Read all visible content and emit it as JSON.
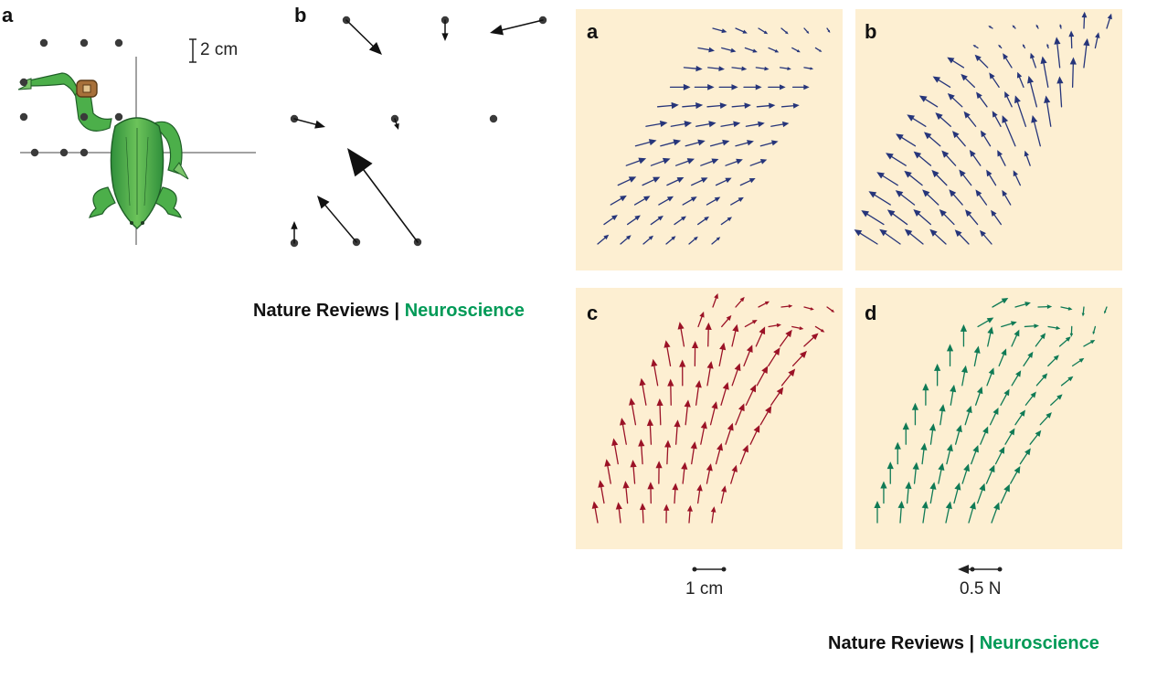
{
  "figure1": {
    "panel_a_label": "a",
    "panel_b_label": "b",
    "scale_label": "2 cm",
    "credit_part1": "Nature Reviews",
    "credit_sep": " | ",
    "credit_part2": "Neuroscience"
  },
  "figure2": {
    "panels": [
      {
        "label": "a",
        "color": "#26357a"
      },
      {
        "label": "b",
        "color": "#26357a"
      },
      {
        "label": "c",
        "color": "#9b1226"
      },
      {
        "label": "d",
        "color": "#0f7a55"
      }
    ],
    "length_scale_label": "1 cm",
    "force_scale_label": "0.5 N",
    "credit_part1": "Nature Reviews",
    "credit_sep": " | ",
    "credit_part2": "Neuroscience"
  },
  "colors": {
    "panel_background": "#fdefd2",
    "frog_green": "#3fae49",
    "brand_green": "#009a57",
    "ink": "#111111"
  },
  "icons": [
    "frog-illustration",
    "force-arrow",
    "grid-dot"
  ]
}
